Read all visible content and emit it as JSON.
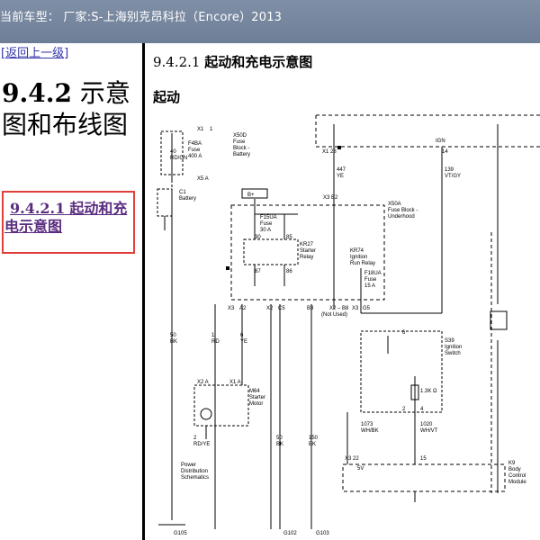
{
  "header": {
    "title": "当前车型：  厂家:S-上海别克昂科拉（Encore）2013"
  },
  "nav": {
    "back_link": "[返回上一级]",
    "section_number": "9.4.2",
    "section_title": "示意图和布线图",
    "toc_link_number": "9.4.2.1",
    "toc_link_text": "起动和充电示意图"
  },
  "content": {
    "subsection_number": "9.4.2.1",
    "subsection_title": "起动和充电示意图",
    "diagram_heading": "起动"
  },
  "diagram": {
    "x1_1": "X1",
    "x1_1_pin": "1",
    "fuse_block_battery": [
      "X50D",
      "Fuse",
      "Block -",
      "Battery"
    ],
    "fuse_f4ba": [
      "F4BA",
      "Fuse",
      "400 A"
    ],
    "x5_a": "X5  A",
    "wire_40": [
      "40",
      "RD/GN"
    ],
    "c1_battery": [
      "C1",
      "Battery"
    ],
    "b_plus": "B+",
    "fuse_f15ua": [
      "F15UA",
      "Fuse",
      "30 A"
    ],
    "pin_30": "30",
    "pin_85": "85",
    "pin_87": "87",
    "pin_86": "86",
    "kr27": [
      "KR27",
      "Starter",
      "Relay"
    ],
    "x3_b2": "X3  B2",
    "wire_447": [
      "447",
      "YE"
    ],
    "x1_28": "X1  28",
    "x50a": [
      "X50A",
      "Fuse Block -",
      "Underhood"
    ],
    "kr74": [
      "KR74",
      "Ignition",
      "Run Relay"
    ],
    "fuse_f18ua": [
      "F18UA",
      "Fuse",
      "15 A"
    ],
    "ign": "IGN",
    "pin_14": "14",
    "wire_139": [
      "139",
      "VT/GY"
    ],
    "x3_row": [
      "X3",
      "A2",
      "X2",
      "C5",
      "B3",
      "X2 – B8",
      "X3",
      "G5"
    ],
    "not_used": "(Not Used)",
    "wire_50_bk": [
      "50",
      "BK"
    ],
    "wire_1_rd": [
      "1",
      "RD"
    ],
    "wire_6_ye": [
      "6",
      "YE"
    ],
    "x2_a": "X2  A",
    "x1_a": "X1  A",
    "m64": [
      "M64",
      "Starter",
      "Motor"
    ],
    "s39": [
      "S39",
      "Ignition",
      "Switch"
    ],
    "pin_6": "6",
    "res_13k": "1.3K Ω",
    "pin_2": "2",
    "pin_4": "4",
    "wire_1073": [
      "1073",
      "WH/BK"
    ],
    "wire_1020": [
      "1020",
      "WH/VT"
    ],
    "wire_2_rdye": [
      "2",
      "RD/YE"
    ],
    "wire_50_bk2": [
      "50",
      "BK"
    ],
    "wire_150": [
      "150",
      "BK"
    ],
    "x3_22": "X3  22",
    "pin_15": "15",
    "v5": "5V",
    "k9": [
      "K9",
      "Body",
      "Control",
      "Module"
    ],
    "power_dist": [
      "Power",
      "Distribution",
      "Schematics"
    ],
    "g105": "G105",
    "g102": "G102",
    "g103": "G103"
  }
}
